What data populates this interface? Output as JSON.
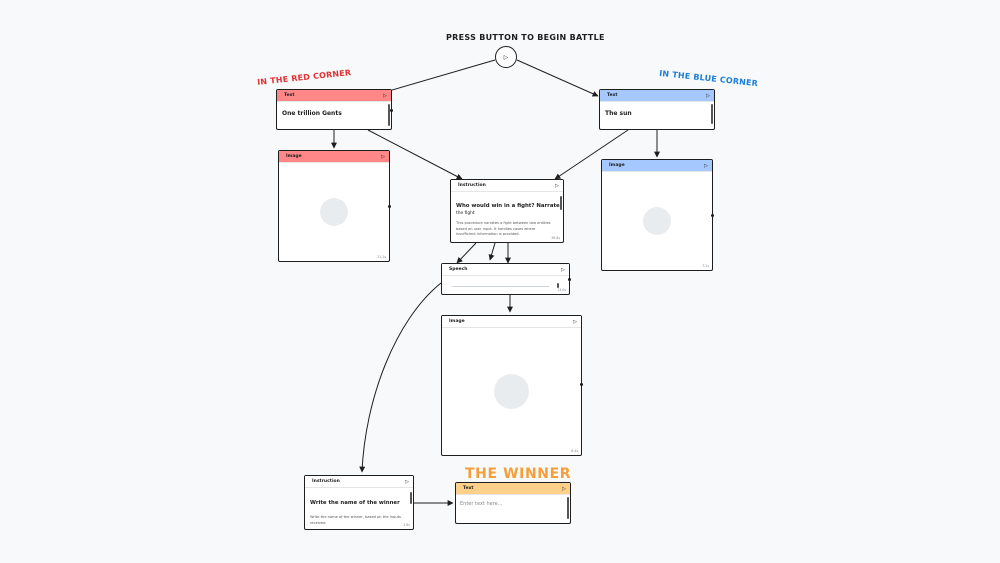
{
  "canvas": {
    "headline": "PRESS BUTTON TO BEGIN BATTLE",
    "red_corner": "IN THE RED CORNER",
    "blue_corner": "IN THE BLUE CORNER",
    "winner_title": "THE WINNER",
    "play_glyph": "▷"
  },
  "colors": {
    "red_header": "#ff8787",
    "blue_header": "#a5c8ff",
    "orange_header": "#ffd08a",
    "red_label": "#e03131",
    "blue_label": "#1c7ed6",
    "winner_label": "#f59f3a"
  },
  "nodes": {
    "red_text": {
      "type": "Text",
      "value": "One trillion Gents"
    },
    "blue_text": {
      "type": "Text",
      "value": "The sun"
    },
    "red_image": {
      "type": "Image",
      "meta": "21.1s"
    },
    "blue_image": {
      "type": "Image",
      "meta": "7.1s"
    },
    "battle_instruction": {
      "type": "Instruction",
      "title": "Who would win in a fight? Narrate",
      "subtitle": "the fight",
      "description": "This procedure narrates a fight between two entities based on user input. It handles cases where insufficient information is provided.",
      "meta": "36.8s"
    },
    "speech": {
      "type": "Speech",
      "meta": "13.0s"
    },
    "fight_image": {
      "type": "Image",
      "meta": "8.4s"
    },
    "winner_instruction": {
      "type": "Instruction",
      "title": "Write the name of the winner",
      "description": "Write the name of the winner, based on the inputs received.",
      "meta": "3.6s"
    },
    "winner_text": {
      "type": "Text",
      "placeholder": "Enter text here..."
    }
  }
}
